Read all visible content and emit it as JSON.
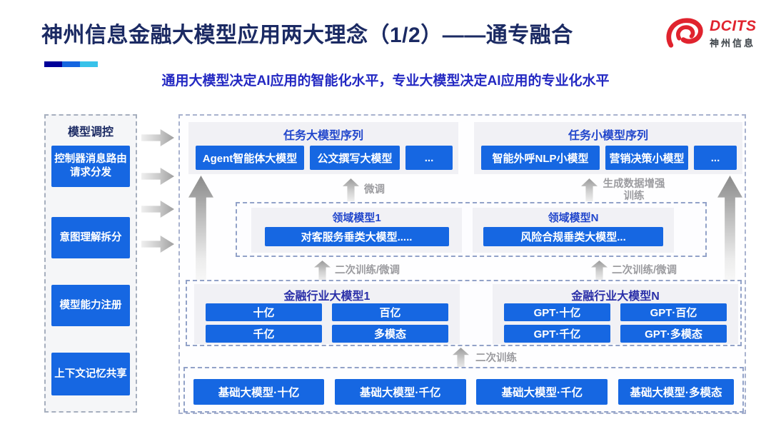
{
  "header": {
    "title": "神州信息金融大模型应用两大理念（1/2）——通专融合",
    "subtitle": "通用大模型决定AI应用的智能化水平，专业大模型决定AI应用的专业化水平",
    "logo_text": "DCITS",
    "logo_subtext": "神州信息"
  },
  "sidebar": {
    "title": "模型调控",
    "items": [
      {
        "label": "控制器消息路由请求分发"
      },
      {
        "label": "意图理解拆分"
      },
      {
        "label": "模型能力注册"
      },
      {
        "label": "上下文记忆共享"
      }
    ]
  },
  "top_groups": {
    "large": {
      "title": "任务大模型序列",
      "items": [
        "Agent智能体大模型",
        "公文撰写大模型",
        "..."
      ]
    },
    "small": {
      "title": "任务小模型序列",
      "items": [
        "智能外呼NLP小模型",
        "营销决策小模型",
        "..."
      ]
    }
  },
  "flow_labels": {
    "fine_tune": "微调",
    "gen_data_train": "生成数据增强训练",
    "retrain_ft_left": "二次训练/微调",
    "retrain_ft_right": "二次训练/微调",
    "retrain": "二次训练"
  },
  "domain_layer": {
    "groups": [
      {
        "title": "领域模型1",
        "model": "对客服务垂类大模型....."
      },
      {
        "title": "领域模型N",
        "model": "风险合规垂类大模型..."
      }
    ]
  },
  "industry_layer": {
    "groups": [
      {
        "title": "金融行业大模型1",
        "models": [
          "十亿",
          "百亿",
          "千亿",
          "多模态"
        ]
      },
      {
        "title": "金融行业大模型N",
        "models": [
          "GPT·十亿",
          "GPT·百亿",
          "GPT·千亿",
          "GPT·多模态"
        ]
      }
    ]
  },
  "base_layer": {
    "models": [
      "基础大模型·十亿",
      "基础大模型·千亿",
      "基础大模型·千亿",
      "基础大模型·多模态"
    ]
  },
  "colors": {
    "accent_bar": [
      "#000099",
      "#1566E0",
      "#38C2EA"
    ],
    "primary_blue": "#1667E2",
    "title_navy": "#1B2A63",
    "subtitle_blue": "#2328C2",
    "group_title_blue": "#2247CC",
    "industry_title_blue": "#2A2FA8",
    "label_gray": "#9C9CA0",
    "logo_red": "#E0232E"
  }
}
